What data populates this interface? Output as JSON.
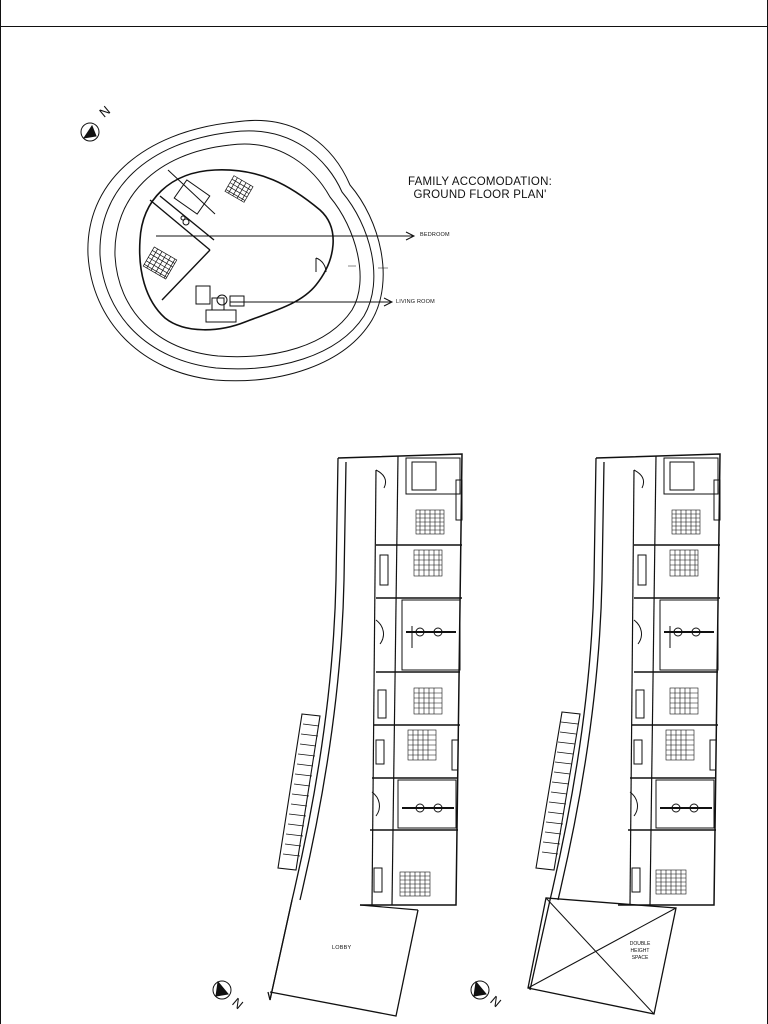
{
  "title_line1": "FAMILY ACCOMODATION:",
  "title_line2": "GROUND FLOOR PLAN'",
  "labels": {
    "bedroom": "BEDROOM",
    "living_room": "LIVING ROOM",
    "lobby": "LOBBY",
    "double_height_l1": "DOUBLE",
    "double_height_l2": "HEIGHT",
    "double_height_l3": "SPACE"
  },
  "north": "N",
  "colors": {
    "ink": "#111111",
    "paper": "#ffffff"
  }
}
